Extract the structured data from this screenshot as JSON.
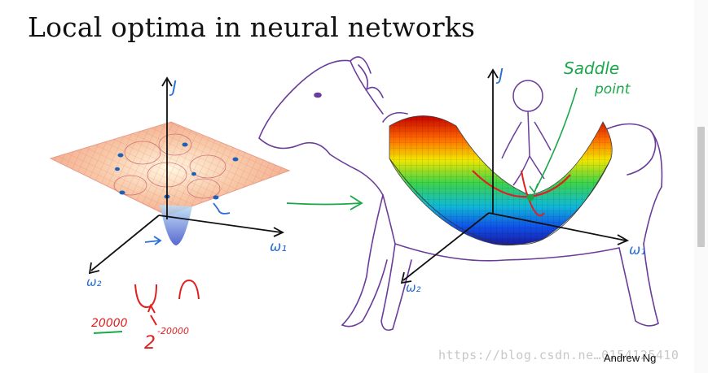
{
  "slide": {
    "title": "Local optima in neural networks",
    "credit": "Andrew Ng",
    "watermark": "https://blog.csdn.ne…0154125410"
  },
  "left_plot": {
    "axis_labels": {
      "z": "J",
      "x": "ω₁",
      "y": "ω₂"
    },
    "annotations": {
      "count": "20000",
      "power": "2",
      "exponent": "-20000"
    }
  },
  "right_plot": {
    "axis_labels": {
      "z": "J",
      "x": "ω₁",
      "y": "ω₂"
    },
    "saddle_label_line1": "Saddle",
    "saddle_label_line2": "point"
  },
  "colors": {
    "pen_purple": "#6a3d9a",
    "pen_green": "#1aa84a",
    "pen_blue": "#2a6fd6",
    "pen_red": "#e02020"
  }
}
